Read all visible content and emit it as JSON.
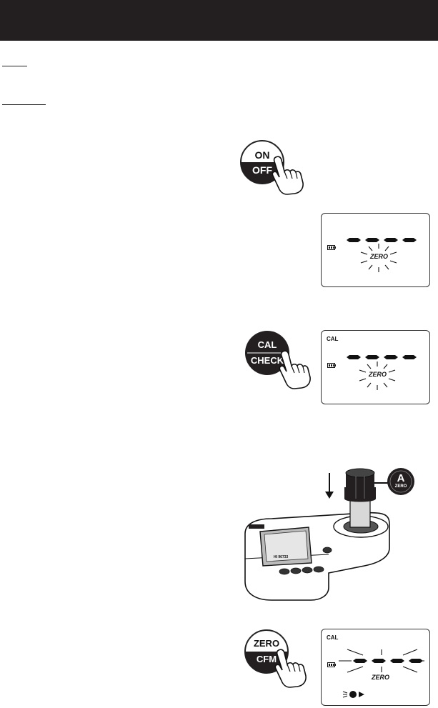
{
  "buttons": {
    "on_off": {
      "top": "ON",
      "bottom": "OFF"
    },
    "cal_check": {
      "top": "CAL",
      "bottom": "CHECK"
    },
    "zero_cfm": {
      "top": "ZERO",
      "bottom": "CFM"
    }
  },
  "displays": {
    "zero_blink": {
      "label": "ZERO"
    },
    "cal_zero_blink": {
      "cal": "CAL",
      "label": "ZERO"
    },
    "cal_zero_measure": {
      "cal": "CAL",
      "label": "ZERO"
    }
  },
  "cuvette_cap": {
    "letter": "A",
    "label": "ZERO"
  },
  "meter": {
    "model": "HI 96733"
  }
}
